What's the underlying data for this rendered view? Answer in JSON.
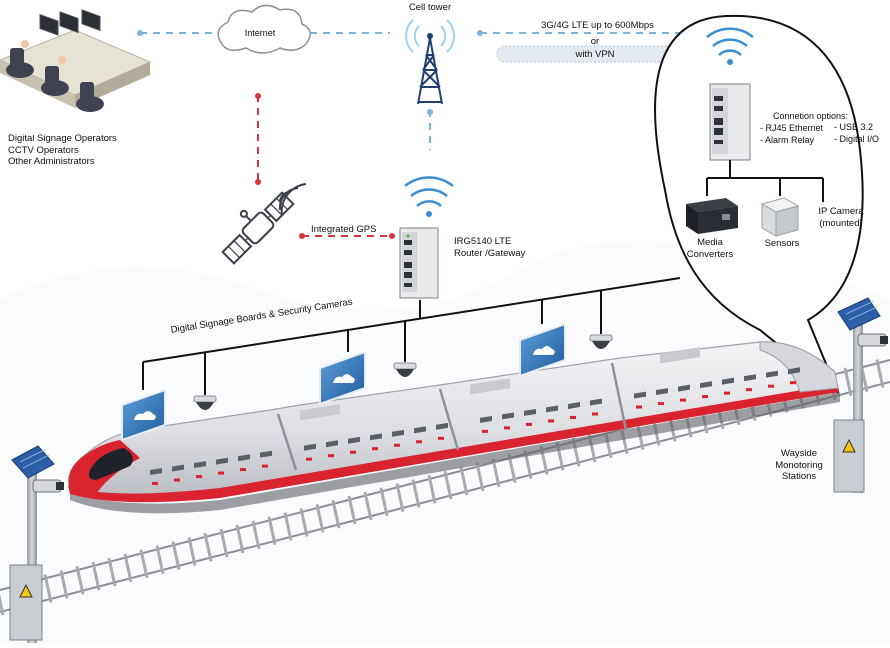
{
  "operators": {
    "line1": "Digital Signage Operators",
    "line2": "CCTV Operators",
    "line3": "Other Administrators"
  },
  "cloud": {
    "label": "Internet"
  },
  "tower": {
    "label": "Cell tower"
  },
  "link": {
    "speed": "3G/4G LTE up to 600Mbps",
    "or": "or",
    "vpn": "with VPN"
  },
  "gps": {
    "label": "Integrated GPS"
  },
  "router": {
    "line1": "IRG5140 LTE",
    "line2": "Router /Gateway"
  },
  "bus": {
    "label": "Digital Signage Boards & Security Cameras"
  },
  "callout": {
    "title": "Connetion options:",
    "options": [
      "- RJ45 Ethernet",
      "- Alarm Relay",
      "- USB 3.2",
      "- Digital I/O"
    ],
    "devices": [
      {
        "line1": "Media",
        "line2": "Converters"
      },
      {
        "line1": "Sensors",
        "line2": ""
      },
      {
        "line1": "IP Camera",
        "line2": "(mounted)"
      }
    ]
  },
  "wayside": {
    "line1": "Wayside",
    "line2": "Monotoring",
    "line3": "Stations"
  },
  "colors": {
    "dashed_blue": "#7fb3d5",
    "dashed_red": "#d9343c",
    "train_stripe": "#d9232e",
    "screen_blue": "#2f73b8"
  }
}
